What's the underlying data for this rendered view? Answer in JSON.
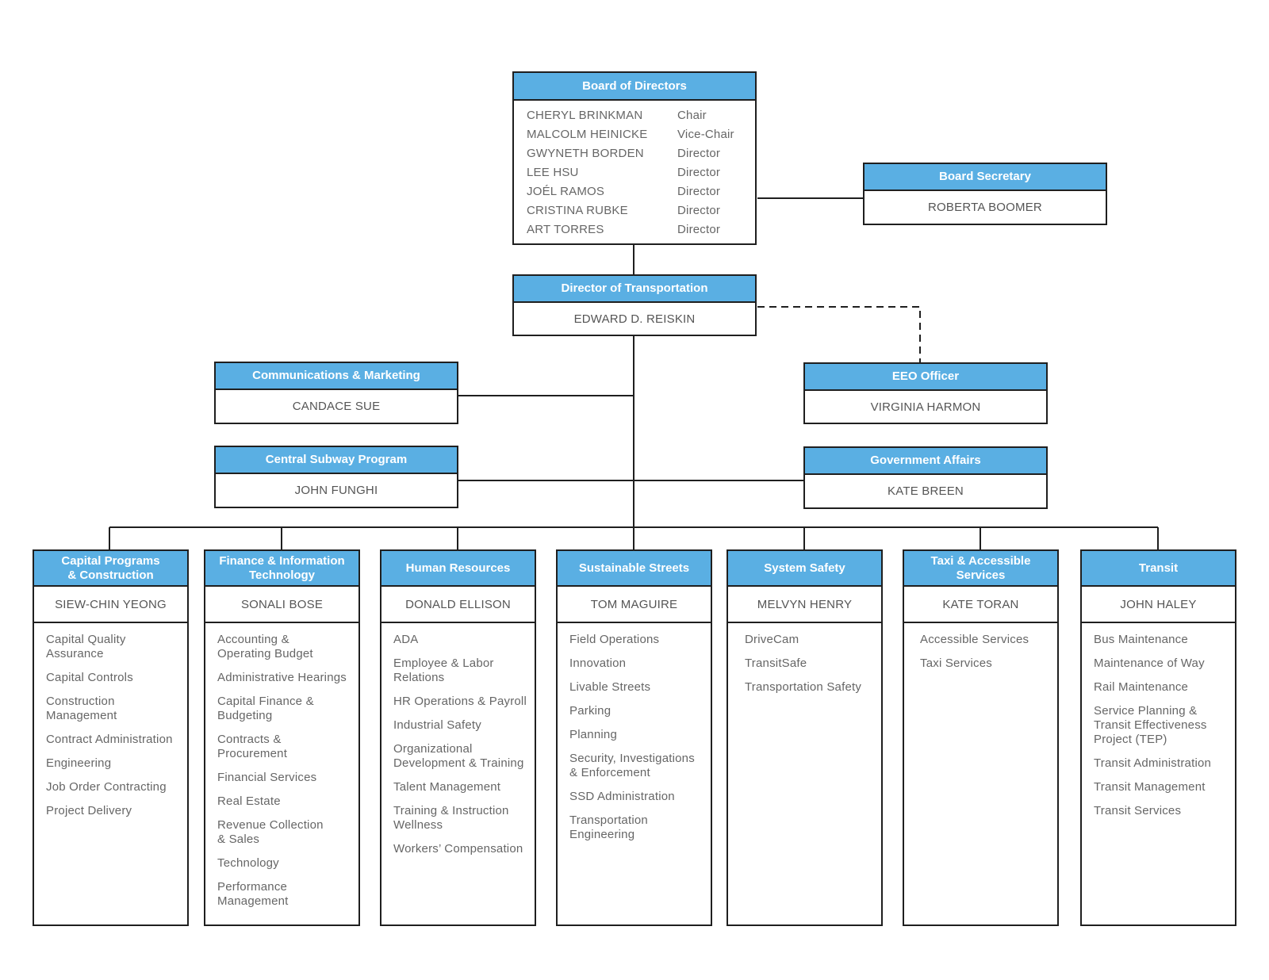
{
  "board": {
    "title": "Board of Directors",
    "members": [
      {
        "name": "CHERYL BRINKMAN",
        "role": "Chair"
      },
      {
        "name": "MALCOLM HEINICKE",
        "role": "Vice-Chair"
      },
      {
        "name": "GWYNETH BORDEN",
        "role": "Director"
      },
      {
        "name": "LEE HSU",
        "role": "Director"
      },
      {
        "name": "JOÉL RAMOS",
        "role": "Director"
      },
      {
        "name": "CRISTINA RUBKE",
        "role": "Director"
      },
      {
        "name": "ART TORRES",
        "role": "Director"
      }
    ]
  },
  "board_secretary": {
    "title": "Board Secretary",
    "name": "ROBERTA BOOMER"
  },
  "director": {
    "title": "Director of Transportation",
    "name": "EDWARD D. REISKIN"
  },
  "communications": {
    "title": "Communications & Marketing",
    "name": "CANDACE SUE"
  },
  "eeo": {
    "title": "EEO Officer",
    "name": "VIRGINIA HARMON"
  },
  "central_subway": {
    "title": "Central Subway Program",
    "name": "JOHN FUNGHI"
  },
  "government_affairs": {
    "title": "Government Affairs",
    "name": "KATE BREEN"
  },
  "divisions": [
    {
      "title": "Capital Programs\n& Construction",
      "name": "SIEW-CHIN YEONG",
      "units": [
        "Capital Quality\nAssurance",
        "Capital Controls",
        "Construction\nManagement",
        "Contract Administration",
        "Engineering",
        "Job Order Contracting",
        "Project Delivery"
      ]
    },
    {
      "title": "Finance & Information\nTechnology",
      "name": "SONALI BOSE",
      "units": [
        "Accounting &\nOperating Budget",
        "Administrative Hearings",
        "Capital Finance &\nBudgeting",
        "Contracts &\nProcurement",
        "Financial Services",
        "Real Estate",
        "Revenue Collection\n& Sales",
        "Technology",
        "Performance\nManagement"
      ]
    },
    {
      "title": "Human Resources",
      "name": "DONALD ELLISON",
      "units": [
        "ADA",
        "Employee & Labor\nRelations",
        "HR Operations & Payroll",
        "Industrial Safety",
        "Organizational\nDevelopment & Training",
        "Talent Management",
        "Training & Instruction\nWellness",
        "Workers’ Compensation"
      ]
    },
    {
      "title": "Sustainable Streets",
      "name": "TOM MAGUIRE",
      "units": [
        "Field Operations",
        "Innovation",
        "Livable Streets",
        "Parking",
        "Planning",
        "Security, Investigations\n& Enforcement",
        "SSD Administration",
        "Transportation\nEngineering"
      ]
    },
    {
      "title": "System Safety",
      "name": "MELVYN HENRY",
      "units": [
        "DriveCam",
        "TransitSafe",
        "Transportation Safety"
      ]
    },
    {
      "title": "Taxi & Accessible\nServices",
      "name": "KATE TORAN",
      "units": [
        "Accessible Services",
        "Taxi Services"
      ]
    },
    {
      "title": "Transit",
      "name": "JOHN HALEY",
      "units": [
        "Bus Maintenance",
        "Maintenance of Way",
        "Rail Maintenance",
        "Service Planning &\nTransit Effectiveness\nProject (TEP)",
        "Transit Administration",
        "Transit Management",
        "Transit Services"
      ]
    }
  ]
}
